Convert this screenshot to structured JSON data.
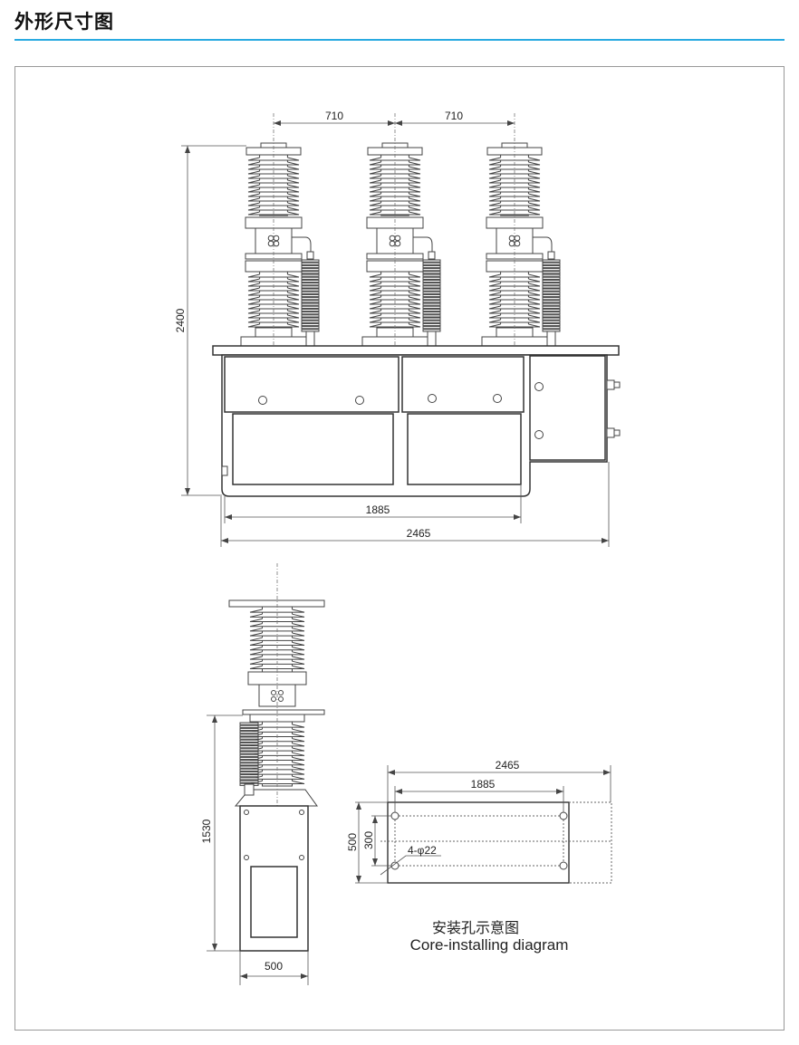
{
  "header": {
    "title": "外形尺寸图",
    "accent_color": "#29aae1"
  },
  "front_view": {
    "pole_spacing_left": "710",
    "pole_spacing_right": "710",
    "height": "2400",
    "inner_width": "1885",
    "overall_width": "2465"
  },
  "side_view": {
    "height": "1530",
    "width": "500"
  },
  "installing_diagram": {
    "overall_width": "2465",
    "hole_spacing": "1885",
    "depth": "500",
    "hole_depth_spacing": "300",
    "hole_spec": "4-φ22",
    "caption_cn": "安装孔示意图",
    "caption_en": "Core-installing diagram"
  }
}
